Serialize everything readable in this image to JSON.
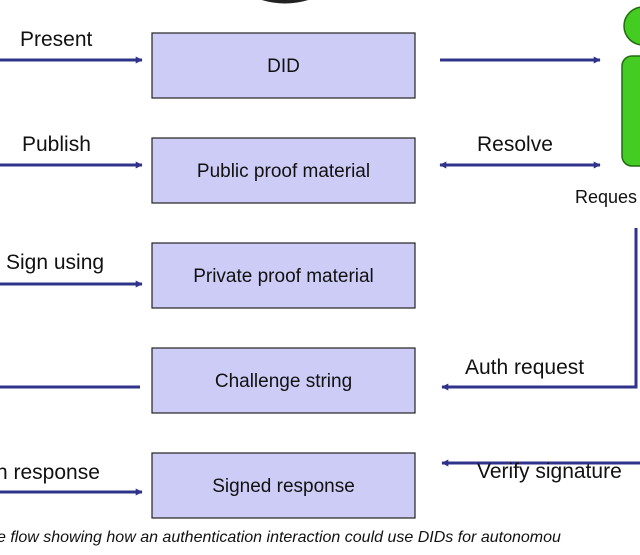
{
  "colors": {
    "box_fill": "#ccccf7",
    "box_stroke": "#222222",
    "arrow": "#30338a",
    "actor": "#44cc22",
    "text": "#111111"
  },
  "boxes": {
    "did": "DID",
    "public_proof": "Public proof material",
    "private_proof": "Private proof material",
    "challenge": "Challenge string",
    "signed_response": "Signed response"
  },
  "edges": {
    "present": "Present",
    "publish": "Publish",
    "sign_using": "Sign using",
    "auth_response": "n response",
    "resolve": "Resolve",
    "auth_request": "Auth request",
    "verify_signature": "Verify signature"
  },
  "actor": {
    "icon": "person-icon",
    "label": "Reques"
  },
  "caption": "e flow showing how an authentication interaction could use DIDs for autonomou"
}
